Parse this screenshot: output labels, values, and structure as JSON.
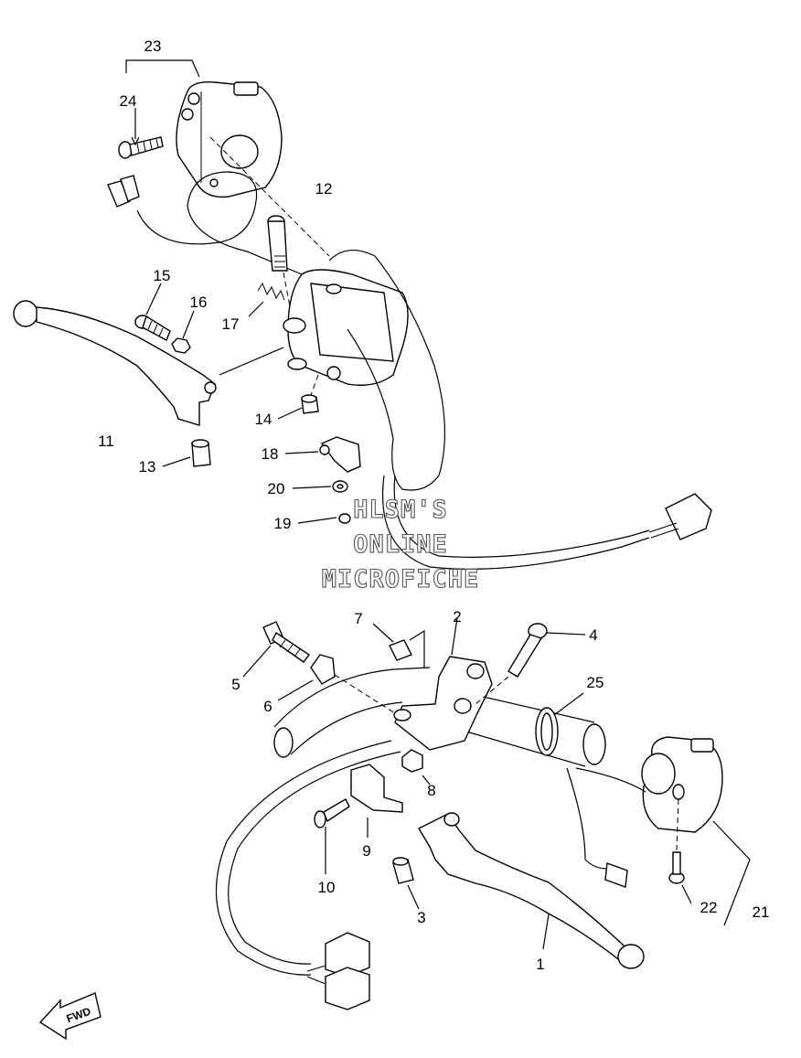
{
  "diagram": {
    "callouts": [
      {
        "id": "1",
        "text": "1"
      },
      {
        "id": "2",
        "text": "2"
      },
      {
        "id": "3",
        "text": "3"
      },
      {
        "id": "4",
        "text": "4"
      },
      {
        "id": "5",
        "text": "5"
      },
      {
        "id": "6",
        "text": "6"
      },
      {
        "id": "7",
        "text": "7"
      },
      {
        "id": "8",
        "text": "8"
      },
      {
        "id": "9",
        "text": "9"
      },
      {
        "id": "10",
        "text": "10"
      },
      {
        "id": "11",
        "text": "11"
      },
      {
        "id": "12",
        "text": "12"
      },
      {
        "id": "13",
        "text": "13"
      },
      {
        "id": "14",
        "text": "14"
      },
      {
        "id": "15",
        "text": "15"
      },
      {
        "id": "16",
        "text": "16"
      },
      {
        "id": "17",
        "text": "17"
      },
      {
        "id": "18",
        "text": "18"
      },
      {
        "id": "19",
        "text": "19"
      },
      {
        "id": "20",
        "text": "20"
      },
      {
        "id": "21",
        "text": "21"
      },
      {
        "id": "22",
        "text": "22"
      },
      {
        "id": "23",
        "text": "23"
      },
      {
        "id": "24",
        "text": "24"
      },
      {
        "id": "25",
        "text": "25"
      }
    ],
    "watermark": {
      "line1": "HLSM'S",
      "line2": "ONLINE",
      "line3": "MICROFICHE"
    },
    "direction_badge": "FWD"
  }
}
